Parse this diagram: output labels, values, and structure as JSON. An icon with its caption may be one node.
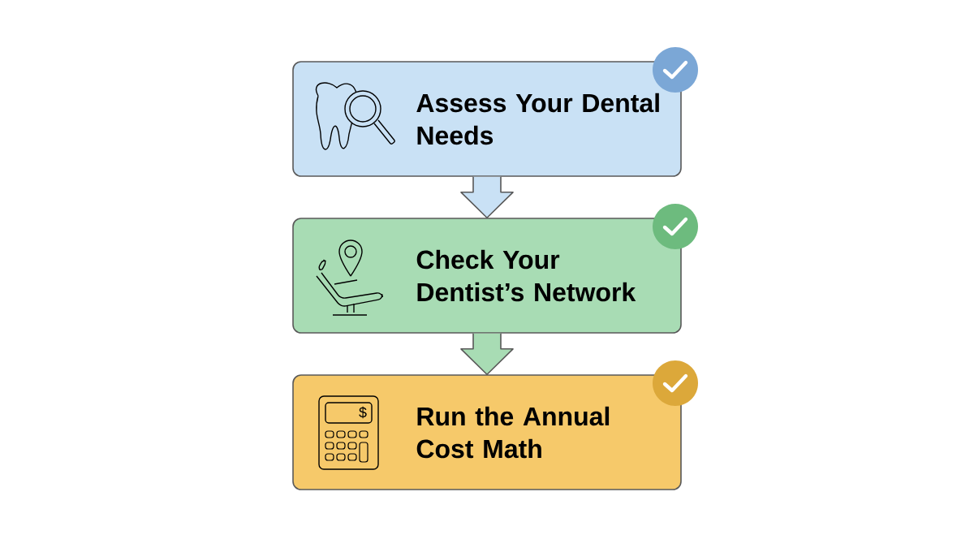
{
  "diagram": {
    "nodes": [
      {
        "text": [
          "Assess Your Dental Needs"
        ]
      },
      {
        "text": [
          "Check Your Dentist’s Network"
        ]
      },
      {
        "text": [
          "Run the Annual Cost Math"
        ]
      }
    ],
    "edges": [
      {
        "from": 0,
        "to": 1,
        "arrow": "to",
        "color": "#c9e1f5"
      },
      {
        "from": 1,
        "to": 2,
        "arrow": "to",
        "color": "#a8dcb4"
      }
    ],
    "labels": [
      "$"
    ]
  }
}
